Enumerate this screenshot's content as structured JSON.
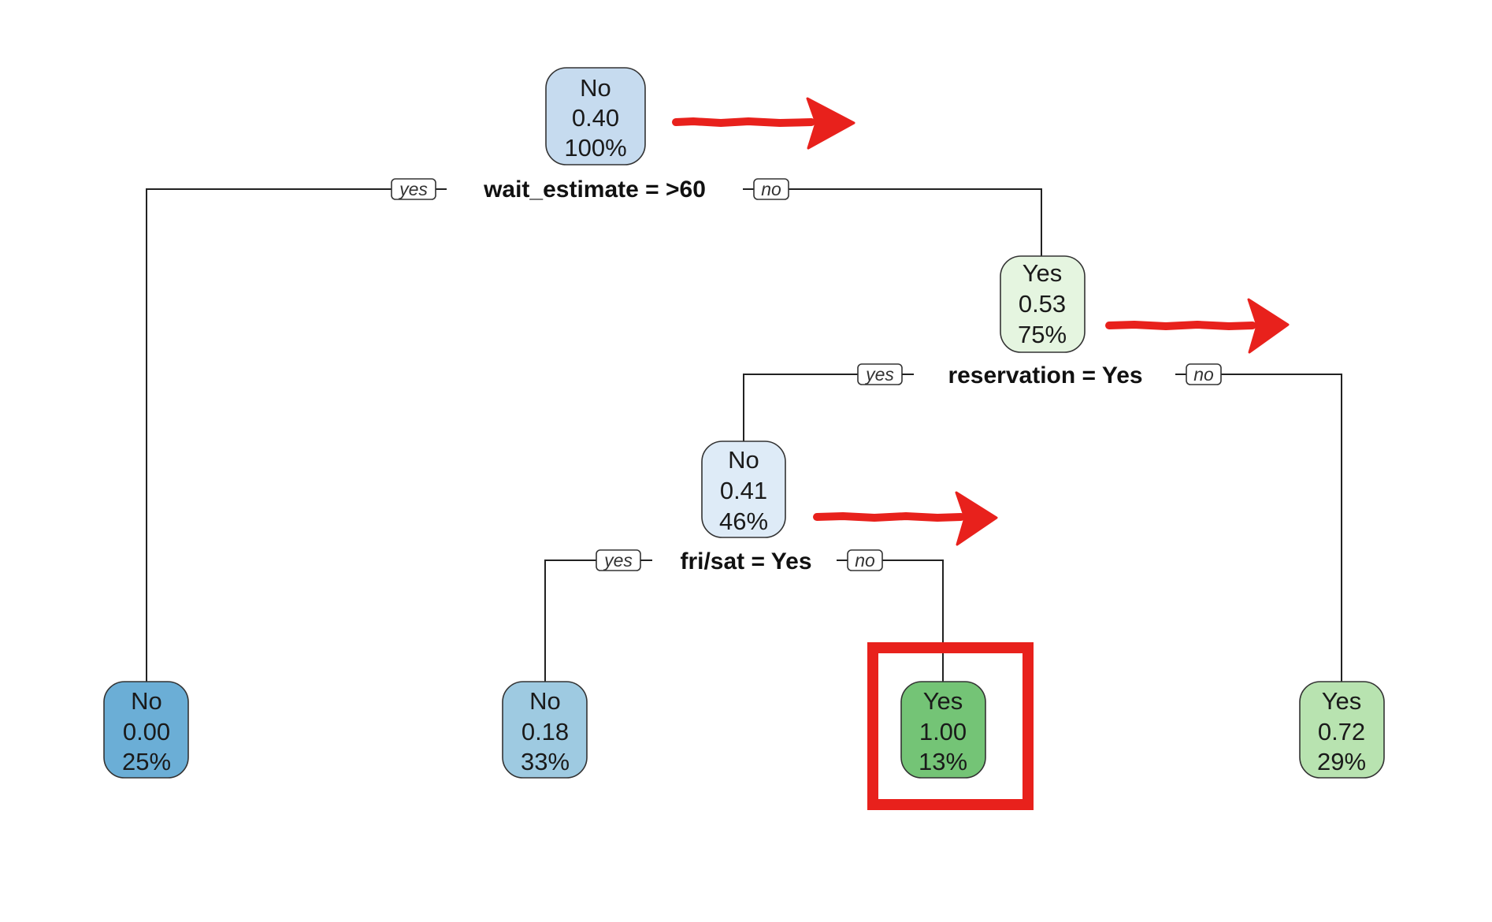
{
  "tree": {
    "nodes": [
      {
        "id": "root",
        "class": "No",
        "prob": "0.40",
        "pct": "100%",
        "fill": "#c6dbef"
      },
      {
        "id": "n2",
        "class": "Yes",
        "prob": "0.53",
        "pct": "75%",
        "fill": "#e5f5e0"
      },
      {
        "id": "n3",
        "class": "No",
        "prob": "0.41",
        "pct": "46%",
        "fill": "#deebf7"
      },
      {
        "id": "leaf1",
        "class": "No",
        "prob": "0.00",
        "pct": "25%",
        "fill": "#6baed6"
      },
      {
        "id": "leaf2",
        "class": "No",
        "prob": "0.18",
        "pct": "33%",
        "fill": "#9ecae1"
      },
      {
        "id": "leaf3",
        "class": "Yes",
        "prob": "1.00",
        "pct": "13%",
        "fill": "#74c476"
      },
      {
        "id": "leaf4",
        "class": "Yes",
        "prob": "0.72",
        "pct": "29%",
        "fill": "#b8e3b0"
      }
    ],
    "splits": [
      {
        "id": "s1",
        "label": "wait_estimate = >60",
        "yes": "yes",
        "no": "no"
      },
      {
        "id": "s2",
        "label": "reservation = Yes",
        "yes": "yes",
        "no": "no"
      },
      {
        "id": "s3",
        "label": "fri/sat = Yes",
        "yes": "yes",
        "no": "no"
      }
    ]
  },
  "annotations": {
    "color": "#e8211c",
    "arrows": [
      "arrow-1",
      "arrow-2",
      "arrow-3"
    ],
    "highlight": "leaf3"
  }
}
